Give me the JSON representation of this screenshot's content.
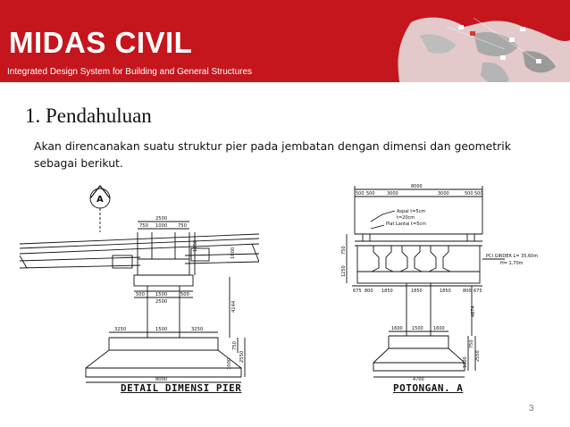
{
  "header": {
    "brand": "MIDAS CIVIL",
    "tagline": "Integrated Design System for Building and General Structures",
    "accent_color": "#c4161c"
  },
  "slide": {
    "title": "1. Pendahuluan",
    "body": "Akan direncanakan suatu struktur pier pada jembatan dengan dimensi dan geometrik sebagai berikut.",
    "page_number": "3"
  },
  "drawing_left": {
    "caption": "DETAIL DIMENSI PIER",
    "section_marker": "A",
    "dims": {
      "cap_width": "2500",
      "cap_side_left": "750",
      "cap_mid": "1000",
      "cap_side_right": "750",
      "cap_height": "1250",
      "beam_height": "1000",
      "lower_left": "500",
      "lower_mid": "1500",
      "lower_right": "500",
      "lower_width": "2500",
      "column_height": "4144",
      "foot_left": "3250",
      "foot_mid": "1500",
      "foot_right": "3250",
      "foot_h1": "750",
      "foot_h2": "1000",
      "foot_total_h": "2550",
      "foot_width": "8000"
    }
  },
  "drawing_right": {
    "caption": "POTONGAN. A",
    "dims": {
      "top_total": "8000",
      "top_500_a": "500",
      "top_500_b": "500",
      "top_3000_a": "3000",
      "top_3000_b": "3000",
      "top_500_c": "500",
      "top_500_d": "500",
      "asphalt_note": "Aspal t=5cm",
      "deck_note": "t=20cm",
      "slab_note": "Plat Lantai t=5cm",
      "girder_label": "PCI GIRDER L= 35,60m",
      "girder_height": "H= 1,70m",
      "left_h1": "750",
      "left_h2": "1250",
      "bot_675_a": "675",
      "bot_800": "800",
      "bot_1850_a": "1850",
      "bot_1850_b": "1850",
      "bot_1850_c": "1850",
      "bot_800_b": "800",
      "bot_675_b": "675",
      "column_h": "4674",
      "foot_1600_a": "1600",
      "foot_1500": "1500",
      "foot_1600_b": "1600",
      "foot_750": "750",
      "foot_1000": "1000",
      "foot_2550": "2550",
      "foot_width": "4700"
    }
  }
}
